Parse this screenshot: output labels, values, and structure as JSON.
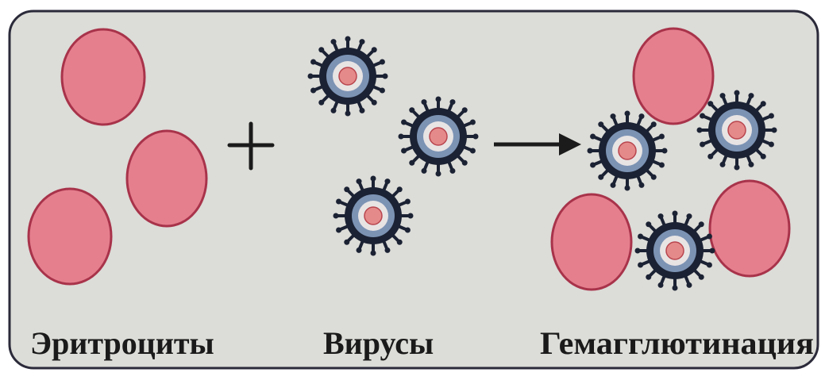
{
  "labels": {
    "erythrocytes": "Эритроциты",
    "viruses": "Вирусы",
    "hemagglutination": "Гемагглютинация"
  },
  "symbols": {
    "plus": "+",
    "arrow": "arrow-right-icon"
  },
  "colors": {
    "background": "#dcdcd8",
    "frame": "#2a2a3a",
    "erythrocyte_fill": "#e57f8e",
    "erythrocyte_stroke": "#a8334a",
    "virus_spike": "#1b2233",
    "virus_ring": "#7c93b4",
    "virus_core": "#e58a8a",
    "text": "#1a1a1a"
  }
}
